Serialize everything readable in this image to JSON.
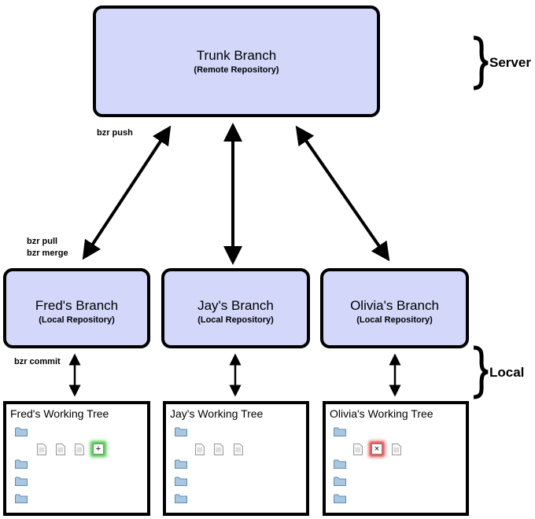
{
  "trunk": {
    "title": "Trunk Branch",
    "subtitle": "(Remote Repository)"
  },
  "branches": [
    {
      "title": "Fred's Branch",
      "subtitle": "(Local Repository)"
    },
    {
      "title": "Jay's Branch",
      "subtitle": "(Local Repository)"
    },
    {
      "title": "Olivia's Branch",
      "subtitle": "(Local Repository)"
    }
  ],
  "trees": [
    {
      "title": "Fred's Working Tree",
      "change_icon": "added-file-icon",
      "change_color": "#3fc93f"
    },
    {
      "title": "Jay's Working Tree"
    },
    {
      "title": "Olivia's Working Tree",
      "change_icon": "removed-file-icon",
      "change_color": "#e63c3c"
    }
  ],
  "labels": {
    "push": "bzr push",
    "pull": "bzr pull",
    "merge": "bzr merge",
    "commit": "bzr commit"
  },
  "sections": {
    "server": "Server",
    "local": "Local"
  },
  "icons": [
    "folder-icon",
    "document-icon",
    "double-arrow-icon",
    "curly-brace-icon"
  ],
  "colors": {
    "branch_fill": "#d3d8fb",
    "folder": "#a9c8e0"
  }
}
